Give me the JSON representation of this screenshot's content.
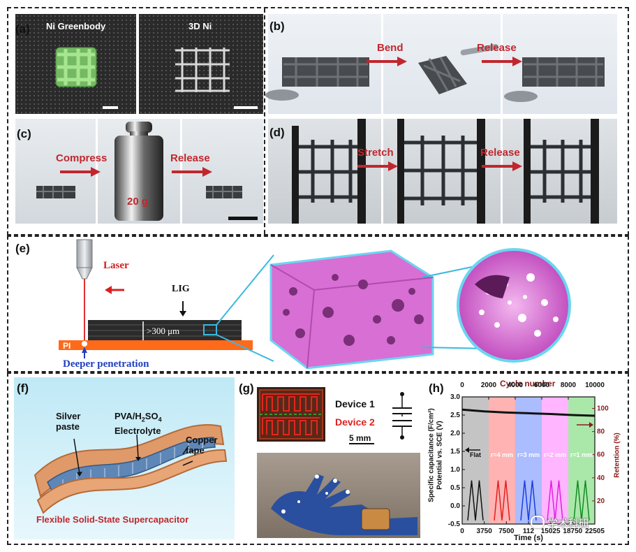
{
  "panel_labels": {
    "a": "(a)",
    "b": "(b)",
    "c": "(c)",
    "d": "(d)",
    "e": "(e)",
    "f": "(f)",
    "g": "(g)",
    "h": "(h)"
  },
  "a": {
    "left_title": "Ni Greenbody",
    "right_title": "3D Ni"
  },
  "b": {
    "bend": "Bend",
    "release": "Release"
  },
  "c": {
    "compress": "Compress",
    "release": "Release",
    "weight": "20 g"
  },
  "d": {
    "stretch": "Stretch",
    "release": "Release"
  },
  "e": {
    "laser": "Laser",
    "lig": "LIG",
    "thickness": ">300 μm",
    "pi": "PI",
    "penetration": "Deeper penetration"
  },
  "f": {
    "silver": "Silver\npaste",
    "electrolyte_line1": "PVA/H",
    "electrolyte_sub1": "2",
    "electrolyte_mid": "SO",
    "electrolyte_sub2": "4",
    "electrolyte_line2": "Electrolyte",
    "copper": "Copper\ntape",
    "title": "Flexible Solid-State Supercapacitor"
  },
  "g": {
    "device1": "Device 1",
    "device2": "Device 2",
    "scale": "5 mm"
  },
  "h": {
    "top_axis_label": "Cycle number",
    "top_ticks": [
      "0",
      "2000",
      "4000",
      "6000",
      "8000",
      "10000"
    ],
    "bottom_ticks": [
      "0",
      "3750",
      "7500",
      "11250",
      "15000",
      "18750",
      "22500"
    ],
    "bottom_ticks_shown": [
      "0",
      "3750",
      "7500",
      "112",
      "15025",
      "18750",
      "22505"
    ],
    "xlabel": "Time (s)",
    "ylabel_left_1": "Specific capacitance (F/cm²)",
    "ylabel_left_2": "Potential vs. SCE (V)",
    "ylabel_right": "Retention (%)",
    "left_ticks": [
      "3.0",
      "2.5",
      "2.0",
      "1.5",
      "1.0",
      "0.5",
      "0.0",
      "-0.5"
    ],
    "right_ticks": [
      "100",
      "80",
      "60",
      "40",
      "20"
    ],
    "segments": [
      {
        "label": "Flat",
        "color": "#b0b0b0",
        "line": "#111111"
      },
      {
        "label": "r=4 mm",
        "color": "#ff9a9a",
        "line": "#e0201e"
      },
      {
        "label": "r=3 mm",
        "color": "#8fa6ff",
        "line": "#1a3fe0"
      },
      {
        "label": "r=2 mm",
        "color": "#ff9cff",
        "line": "#e020e0"
      },
      {
        "label": "r=1 mm",
        "color": "#8ee08e",
        "line": "#128a22"
      }
    ]
  },
  "chart_data": {
    "type": "line",
    "title": "",
    "xlabel": "Time (s)",
    "ylabel": "Specific capacitance (F/cm²) / Potential vs. SCE (V)",
    "x": [
      0,
      3750,
      7500,
      11250,
      15000,
      18750,
      22500
    ],
    "xlim": [
      0,
      22500
    ],
    "ylim": [
      -0.5,
      3.0
    ],
    "y2label": "Retention (%)",
    "y2lim": [
      0,
      110
    ],
    "series": [
      {
        "values": [
          2.65,
          2.6,
          2.57,
          2.55,
          2.53,
          2.5,
          2.48
        ]
      }
    ],
    "regions": [
      "Flat",
      "r=4 mm",
      "r=3 mm",
      "r=2 mm",
      "r=1 mm"
    ]
  },
  "watermark": "学术科研"
}
